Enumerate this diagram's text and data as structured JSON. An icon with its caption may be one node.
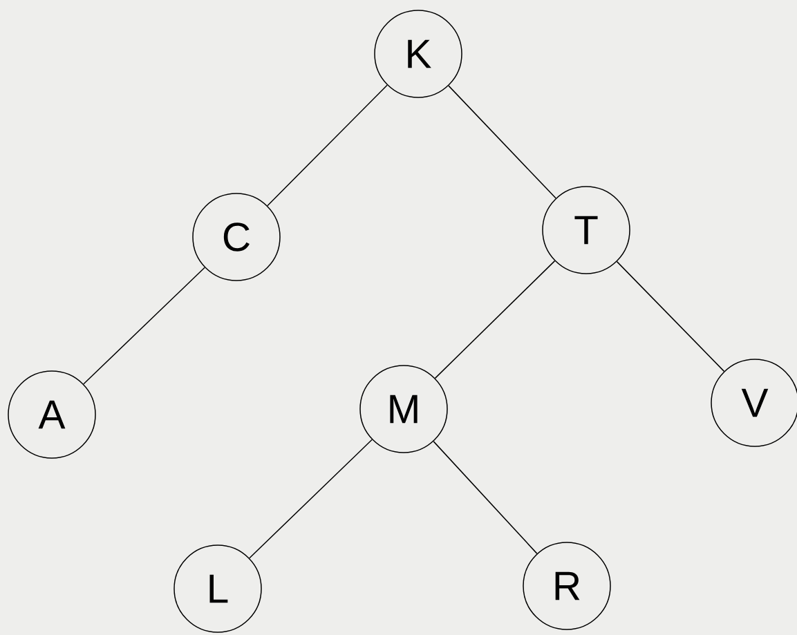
{
  "diagram": {
    "nodes": [
      {
        "text": [
          "K"
        ]
      },
      {
        "text": [
          "C"
        ]
      },
      {
        "text": [
          "T"
        ]
      },
      {
        "text": [
          "A"
        ]
      },
      {
        "text": [
          "M"
        ]
      },
      {
        "text": [
          "V"
        ]
      },
      {
        "text": [
          "L"
        ]
      },
      {
        "text": [
          "R"
        ]
      }
    ],
    "edges": [
      {
        "from": 0,
        "to": 1,
        "arrow": "none"
      },
      {
        "from": 0,
        "to": 2,
        "arrow": "none"
      },
      {
        "from": 1,
        "to": 3,
        "arrow": "none"
      },
      {
        "from": 2,
        "to": 4,
        "arrow": "none"
      },
      {
        "from": 2,
        "to": 5,
        "arrow": "none"
      },
      {
        "from": 4,
        "to": 6,
        "arrow": "none"
      },
      {
        "from": 4,
        "to": 7,
        "arrow": "none"
      }
    ]
  }
}
